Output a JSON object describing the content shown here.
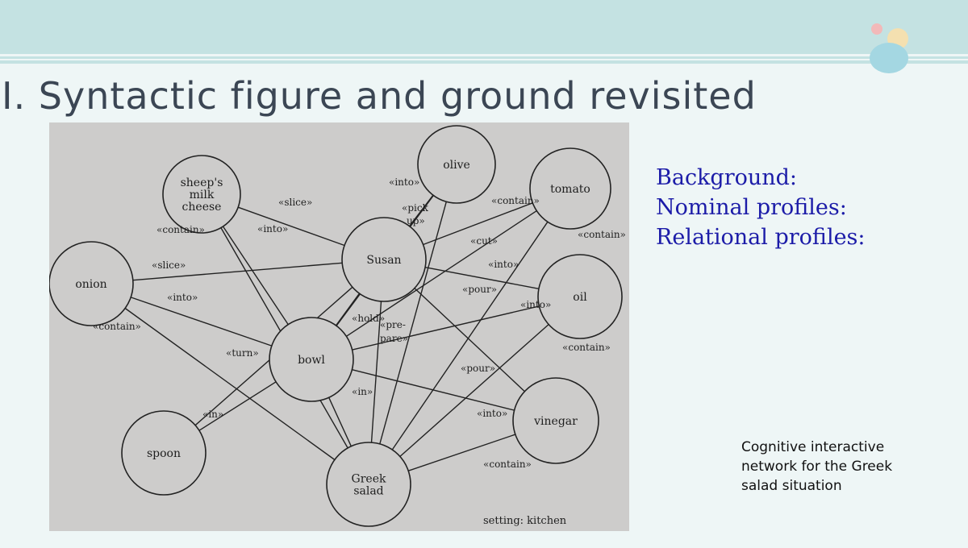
{
  "slide": {
    "title": "I. Syntactic figure and ground revisited",
    "notes": [
      "Background:",
      "Nominal profiles:",
      "Relational profiles:"
    ],
    "caption": [
      "Cognitive interactive",
      "network for the Greek",
      "salad situation"
    ],
    "colors": {
      "band": "#c4e2e2",
      "background": "#eef6f6",
      "title": "#3b4654",
      "notes": "#1c1ca8",
      "photo": "#cdcccb"
    }
  },
  "diagram": {
    "nodes": [
      {
        "id": "cheese",
        "lines": [
          "sheep's",
          "milk",
          "cheese"
        ]
      },
      {
        "id": "olive",
        "lines": [
          "olive"
        ]
      },
      {
        "id": "tomato",
        "lines": [
          "tomato"
        ]
      },
      {
        "id": "susan",
        "lines": [
          "Susan"
        ]
      },
      {
        "id": "onion",
        "lines": [
          "onion"
        ]
      },
      {
        "id": "oil",
        "lines": [
          "oil"
        ]
      },
      {
        "id": "bowl",
        "lines": [
          "bowl"
        ]
      },
      {
        "id": "vinegar",
        "lines": [
          "vinegar"
        ]
      },
      {
        "id": "spoon",
        "lines": [
          "spoon"
        ]
      },
      {
        "id": "salad",
        "lines": [
          "Greek",
          "salad"
        ]
      }
    ],
    "edges": [
      [
        "susan",
        "cheese"
      ],
      [
        "susan",
        "olive"
      ],
      [
        "susan",
        "tomato"
      ],
      [
        "susan",
        "onion"
      ],
      [
        "susan",
        "oil"
      ],
      [
        "susan",
        "bowl"
      ],
      [
        "susan",
        "vinegar"
      ],
      [
        "susan",
        "spoon"
      ],
      [
        "susan",
        "salad"
      ],
      [
        "olive",
        "bowl"
      ],
      [
        "tomato",
        "bowl"
      ],
      [
        "oil",
        "bowl"
      ],
      [
        "onion",
        "bowl"
      ],
      [
        "cheese",
        "bowl"
      ],
      [
        "vinegar",
        "bowl"
      ],
      [
        "olive",
        "salad"
      ],
      [
        "tomato",
        "salad"
      ],
      [
        "oil",
        "salad"
      ],
      [
        "vinegar",
        "salad"
      ],
      [
        "onion",
        "salad"
      ],
      [
        "cheese",
        "salad"
      ],
      [
        "spoon",
        "bowl"
      ],
      [
        "bowl",
        "salad"
      ]
    ],
    "labels": [
      {
        "id": "into-olive",
        "text": "«into»"
      },
      {
        "id": "contain-olive",
        "text": "«contain»"
      },
      {
        "id": "slice-cheese",
        "text": "«slice»"
      },
      {
        "id": "pick",
        "text": "«pick"
      },
      {
        "id": "up",
        "text": "up»"
      },
      {
        "id": "contain-cheese",
        "text": "«contain»"
      },
      {
        "id": "into-cheese",
        "text": "«into»"
      },
      {
        "id": "cut",
        "text": "«cut»"
      },
      {
        "id": "contain-tomato",
        "text": "«contain»"
      },
      {
        "id": "into-tomato",
        "text": "«into»"
      },
      {
        "id": "slice-onion",
        "text": "«slice»"
      },
      {
        "id": "into-onion",
        "text": "«into»"
      },
      {
        "id": "pour-oil",
        "text": "«pour»"
      },
      {
        "id": "into-oil",
        "text": "«into»"
      },
      {
        "id": "contain-onion",
        "text": "«contain»"
      },
      {
        "id": "hold",
        "text": "«hold»"
      },
      {
        "id": "pre",
        "text": "«pre-"
      },
      {
        "id": "pare",
        "text": "pare»"
      },
      {
        "id": "contain-oil",
        "text": "«contain»"
      },
      {
        "id": "turn",
        "text": "«turn»"
      },
      {
        "id": "pour-vinegar",
        "text": "«pour»"
      },
      {
        "id": "in-bowl",
        "text": "«in»"
      },
      {
        "id": "into-vinegar",
        "text": "«into»"
      },
      {
        "id": "in-spoon",
        "text": "«in»"
      },
      {
        "id": "contain-vinegar",
        "text": "«contain»"
      },
      {
        "id": "setting",
        "text": "setting: kitchen"
      }
    ]
  }
}
